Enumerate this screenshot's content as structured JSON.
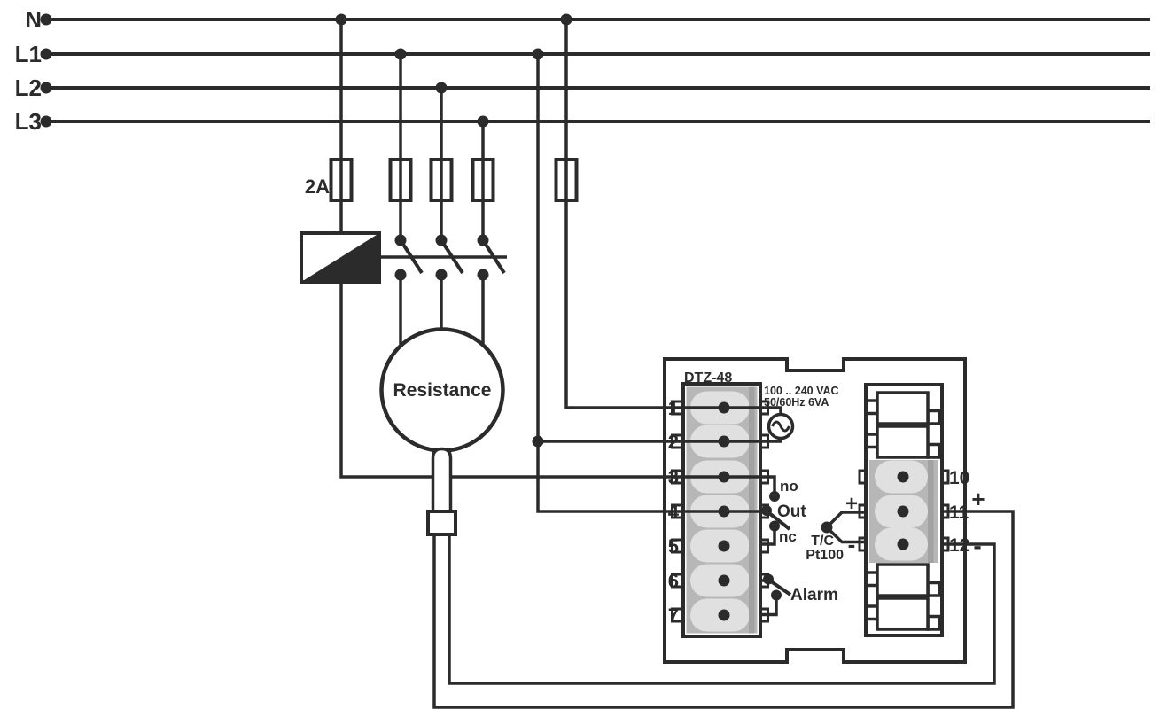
{
  "diagram": {
    "bus": {
      "n": "N",
      "l1": "L1",
      "l2": "L2",
      "l3": "L3"
    },
    "fuse_rating": "2A",
    "load": "Resistance",
    "device": {
      "title": "DTZ-48",
      "supply_line1": "100 .. 240 VAC",
      "supply_line2": "50/60Hz 6VA",
      "left_terminals": [
        "1",
        "2",
        "3",
        "4",
        "5",
        "6",
        "7"
      ],
      "right_terminals": [
        "10",
        "11",
        "12"
      ],
      "relay": {
        "no": "no",
        "out": "Out",
        "nc": "nc"
      },
      "alarm": "Alarm",
      "sensor": {
        "type1": "T/C",
        "type2": "Pt100",
        "plus": "+",
        "minus": "-"
      }
    },
    "probe_polarity": {
      "plus": "+",
      "minus": "-"
    }
  }
}
